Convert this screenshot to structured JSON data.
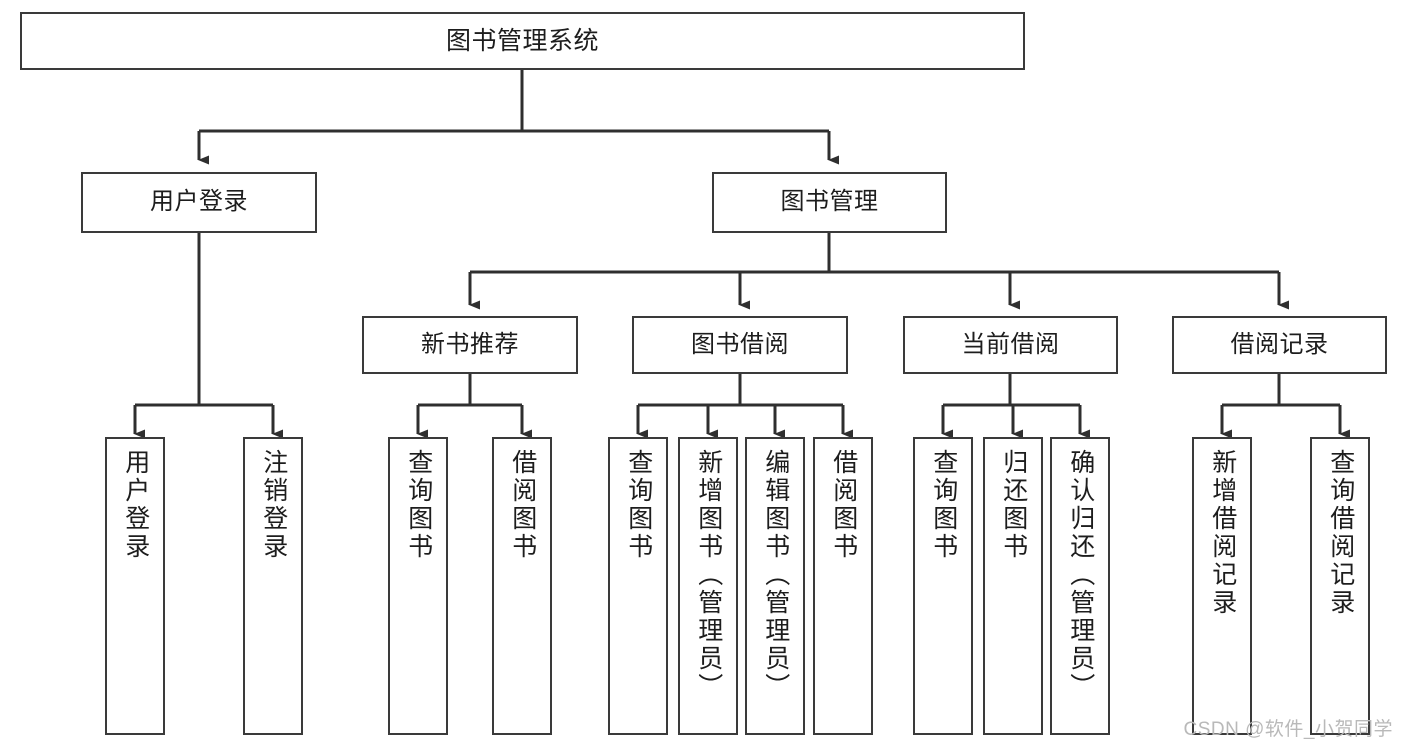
{
  "diagram": {
    "type": "tree",
    "title_text": "图书管理系统",
    "watermark": "CSDN @软件_小贺同学",
    "colors": {
      "box_border": "#3a3a3a",
      "box_fill": "#ffffff",
      "connector": "#2f2f2f",
      "text": "#1d1d1d",
      "watermark": "#b9b9b9"
    },
    "nodes": {
      "root": {
        "label": "图书管理系统"
      },
      "level2": [
        {
          "label": "用户登录"
        },
        {
          "label": "图书管理"
        }
      ],
      "level3": [
        {
          "label": "新书推荐"
        },
        {
          "label": "图书借阅"
        },
        {
          "label": "当前借阅"
        },
        {
          "label": "借阅记录"
        }
      ],
      "leaves": {
        "user_login": [
          {
            "label": "用户登录"
          },
          {
            "label": "注销登录"
          }
        ],
        "new_book_recommend": [
          {
            "label": "查询图书"
          },
          {
            "label": "借阅图书"
          }
        ],
        "book_borrow": [
          {
            "label": "查询图书"
          },
          {
            "label": "新增图书（管理员）"
          },
          {
            "label": "编辑图书（管理员）"
          },
          {
            "label": "借阅图书"
          }
        ],
        "current_borrow": [
          {
            "label": "查询图书"
          },
          {
            "label": "归还图书"
          },
          {
            "label": "确认归还（管理员）"
          }
        ],
        "borrow_record": [
          {
            "label": "新增借阅记录"
          },
          {
            "label": "查询借阅记录"
          }
        ]
      }
    }
  }
}
